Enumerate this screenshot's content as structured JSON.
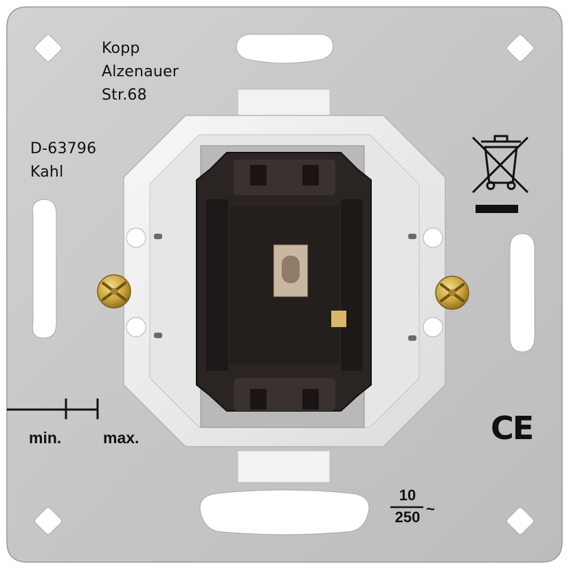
{
  "manufacturer": {
    "name": "Kopp",
    "street": "Alzenauer",
    "number": "Str.68",
    "postcode": "D-63796",
    "city": "Kahl"
  },
  "scale": {
    "min_label": "min.",
    "max_label": "max."
  },
  "marks": {
    "ce": "CE",
    "weee": "crossed-out-wheelie-bin-icon"
  },
  "rating": {
    "current": "10",
    "voltage": "250",
    "ac_symbol": "~"
  },
  "colors": {
    "plate": "#c9c9c9",
    "frame": "#ececec",
    "insert": "#2a2422",
    "screw": "#c9a23a"
  }
}
